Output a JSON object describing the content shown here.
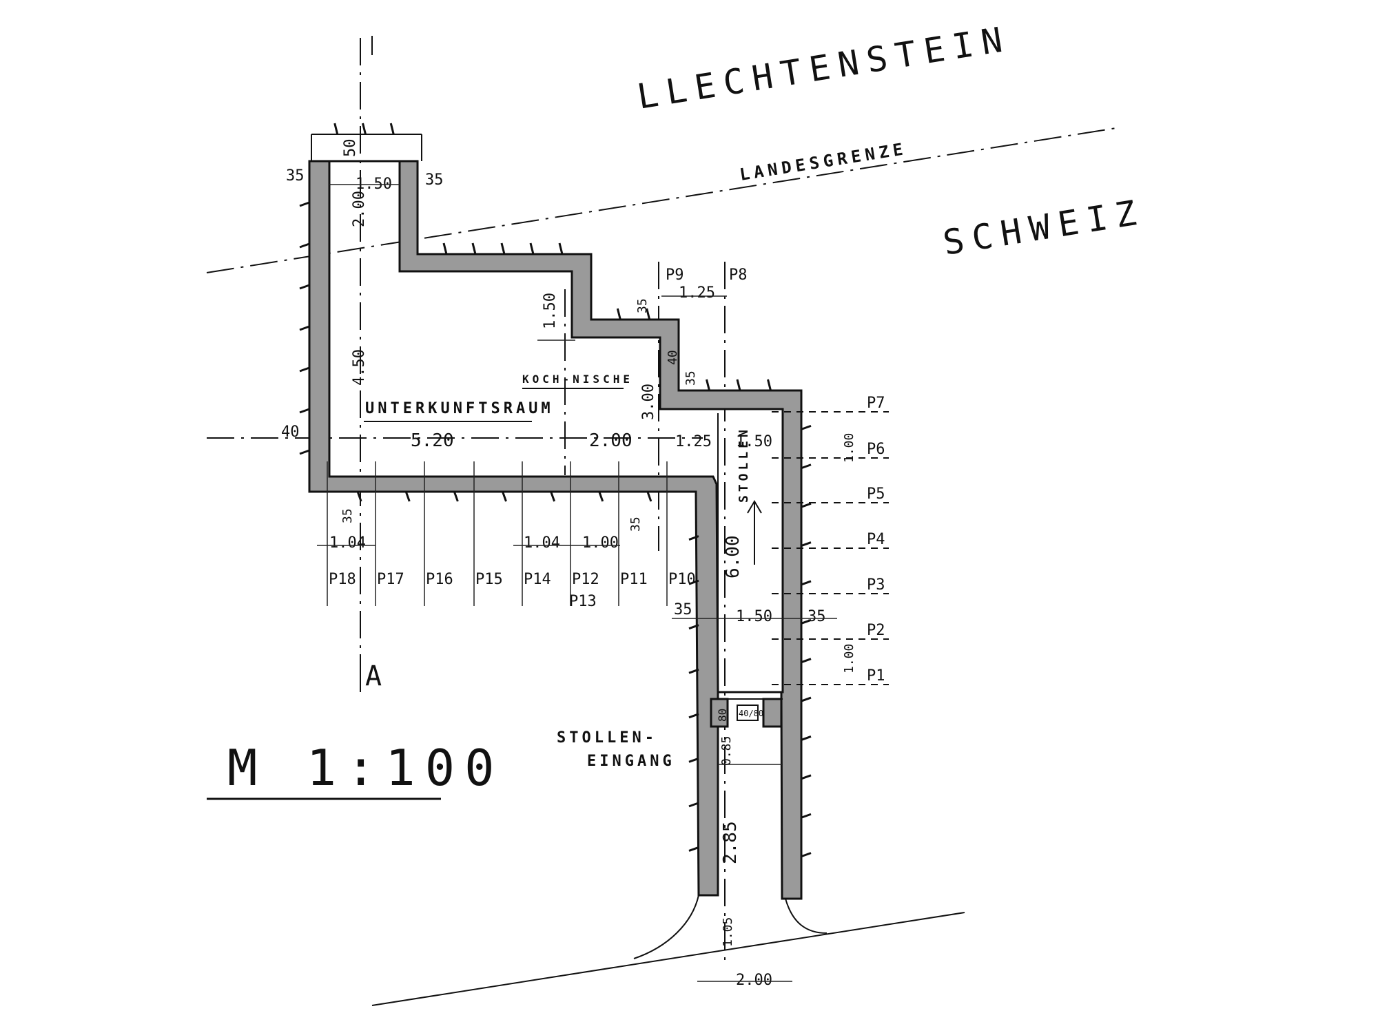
{
  "country_north": "LLECHTENSTEIN",
  "border_label": "LANDESGRENZE",
  "country_south": "SCHWEIZ",
  "room_label": "UNTERKUNFTSRAUM",
  "niche_label": "KOCH-NISCHE",
  "corridor_label": "STOLLEN",
  "entrance_label_1": "STOLLEN-",
  "entrance_label_2": "EINGANG",
  "section_label": "A",
  "scale_label": "M 1:100",
  "dims": {
    "d_50": "50",
    "d_35a": "35",
    "d_35b": "35",
    "d_150top": "1.50",
    "d_200": "2.00",
    "d_450": "4.50",
    "d_150n": "1.50",
    "d_35c": "35",
    "d_35d": "35",
    "d_40a": "40",
    "d_40b": "40",
    "d_125top": "1.25",
    "d_300": "3.00",
    "d_520": "5.20",
    "d_200b": "2.00",
    "d_125": "1.25",
    "d_150r": "1.50",
    "d_100r": "1.00",
    "d_35e": "35",
    "d_35f": "35",
    "d_104a": "1.04",
    "d_104b": "1.04",
    "d_100b": "1.00",
    "d_600": "6.00",
    "d_35g": "35",
    "d_150s": "1.50",
    "d_35h": "35",
    "d_100s": "1.00",
    "d_80": "80",
    "d_4040": "40/80",
    "d_085": "0.85",
    "d_285": "2.85",
    "d_105": "1.05",
    "d_200bot": "2.00"
  },
  "posts_bottom": [
    "P18",
    "P17",
    "P16",
    "P15",
    "P14",
    "P12",
    "P11",
    "P10"
  ],
  "post_13": "P13",
  "posts_right": [
    "P7",
    "P6",
    "P5",
    "P4",
    "P3",
    "P2",
    "P1"
  ],
  "posts_top": [
    "P9",
    "P8"
  ]
}
